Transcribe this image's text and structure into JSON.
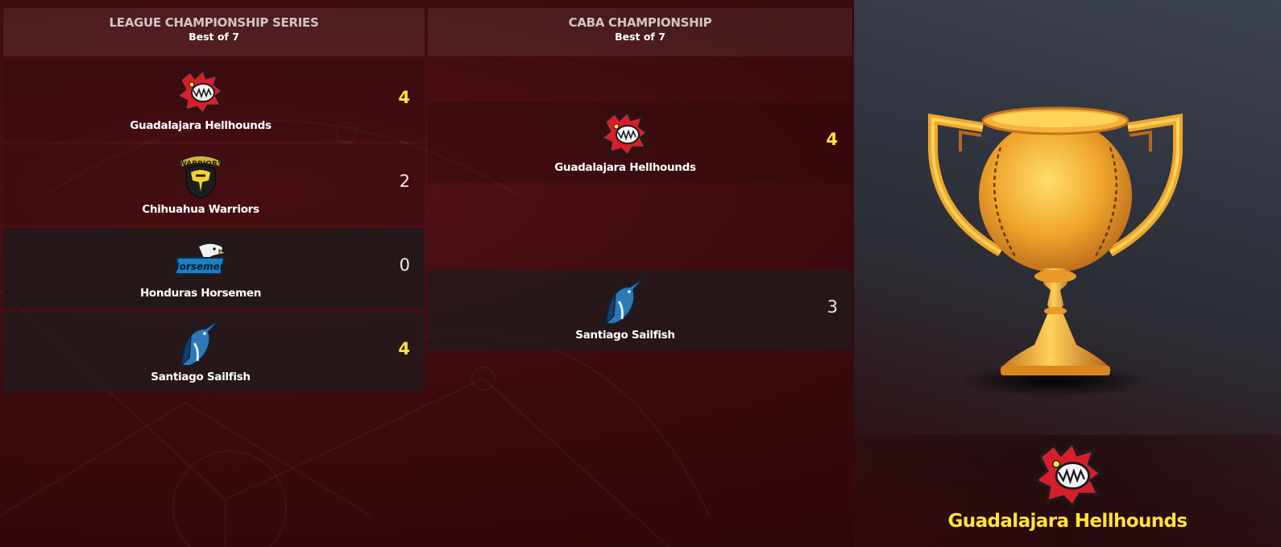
{
  "lcs": {
    "title": "LEAGUE CHAMPIONSHIP SERIES",
    "subtitle": "Best of 7",
    "teams": [
      {
        "name": "Guadalajara Hellhounds",
        "score": "4",
        "logo": "hellhound-icon"
      },
      {
        "name": "Chihuahua Warriors",
        "score": "2",
        "logo": "warrior-helmet-icon"
      },
      {
        "name": "Honduras Horsemen",
        "score": "0",
        "logo": "horsemen-eagle-icon"
      },
      {
        "name": "Santiago Sailfish",
        "score": "4",
        "logo": "sailfish-icon"
      }
    ]
  },
  "caba": {
    "title": "CABA CHAMPIONSHIP",
    "subtitle": "Best of 7",
    "teams": [
      {
        "name": "Guadalajara Hellhounds",
        "score": "4",
        "logo": "hellhound-icon"
      },
      {
        "name": "Santiago Sailfish",
        "score": "3",
        "logo": "sailfish-icon"
      }
    ]
  },
  "champion": {
    "name": "Guadalajara Hellhounds",
    "logo": "hellhound-icon",
    "trophy": "trophy-icon"
  },
  "colors": {
    "winner_score": "#ffe33b",
    "champion_name": "#ffe33b",
    "background": "#2a0709"
  }
}
